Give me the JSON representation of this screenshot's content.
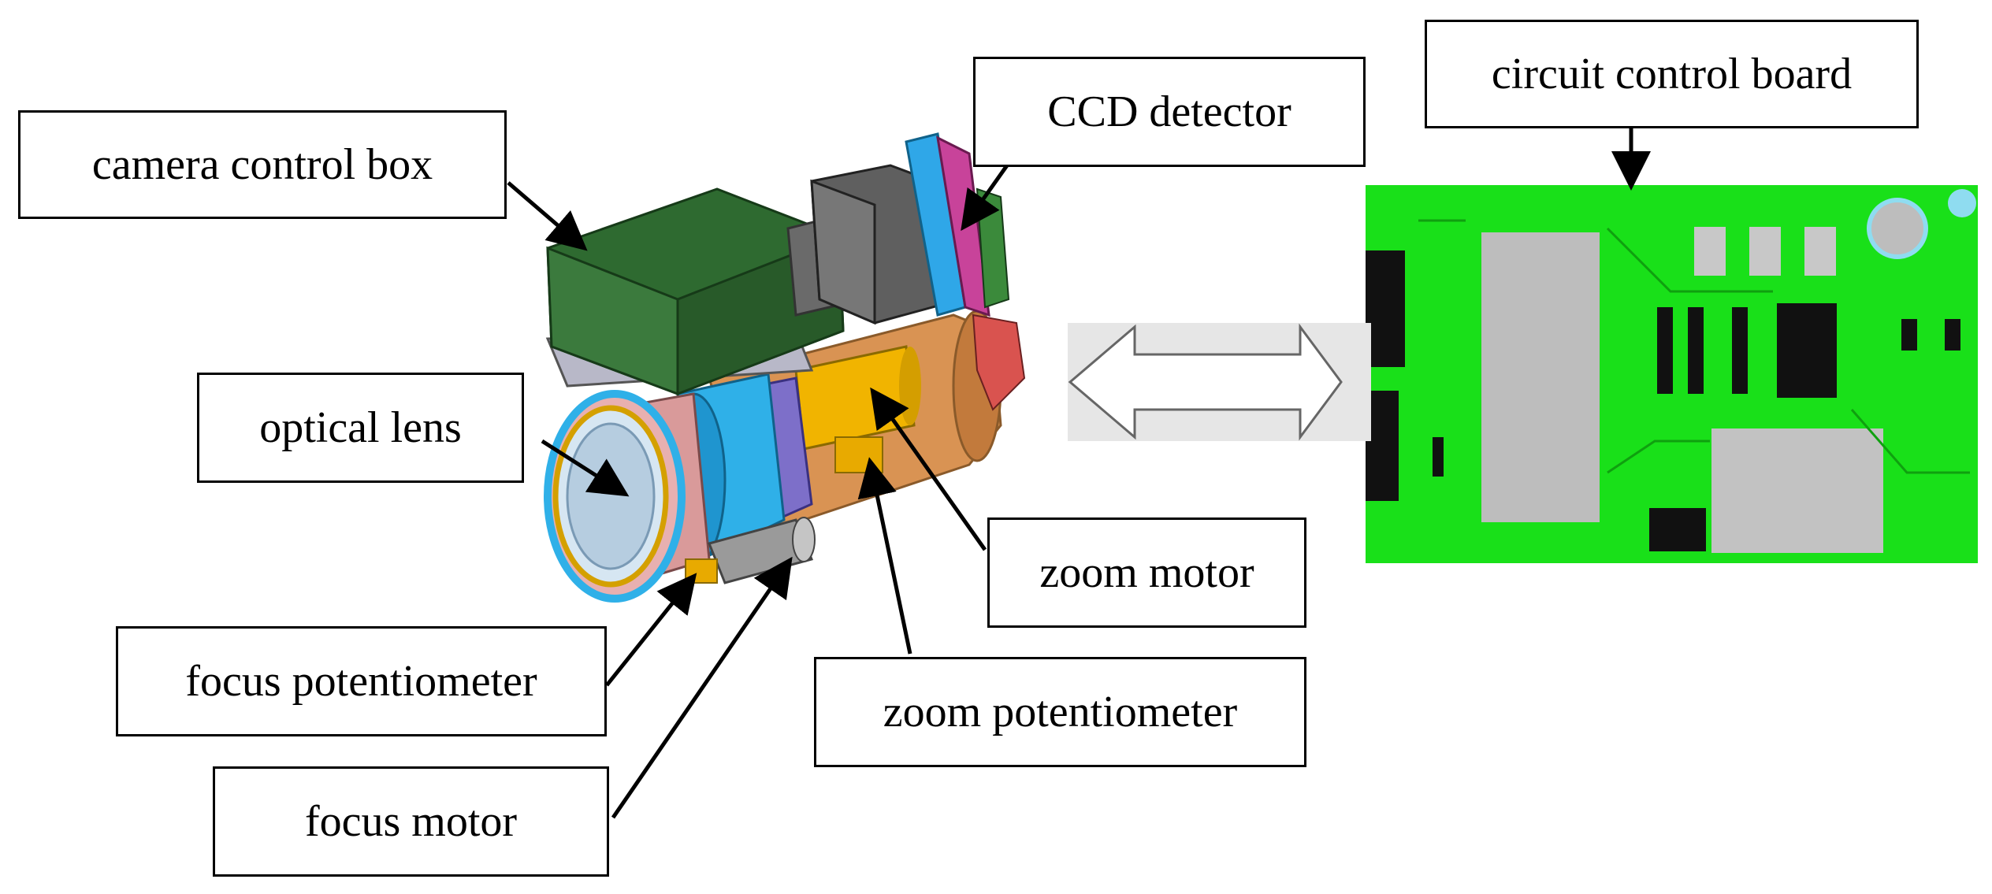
{
  "labels": {
    "camera_control_box": "camera control box",
    "ccd_detector": "CCD detector",
    "circuit_control_board": "circuit control board",
    "optical_lens": "optical lens",
    "zoom_motor": "zoom motor",
    "focus_potentiometer": "focus potentiometer",
    "zoom_potentiometer": "zoom potentiometer",
    "focus_motor": "focus motor"
  },
  "colors": {
    "control_box": "#2e6a30",
    "ccd": "#5f5f5f",
    "lens_ring_pink": "#d99a9a",
    "lens_ring_blue": "#2fb0e8",
    "gear_gold": "#f1b400",
    "barrel_orange": "#d99353",
    "pcb_green": "#19e019",
    "chip_black": "#111111",
    "chip_gray": "#bdbdbd",
    "arrow_fill": "#dcdcdc"
  }
}
